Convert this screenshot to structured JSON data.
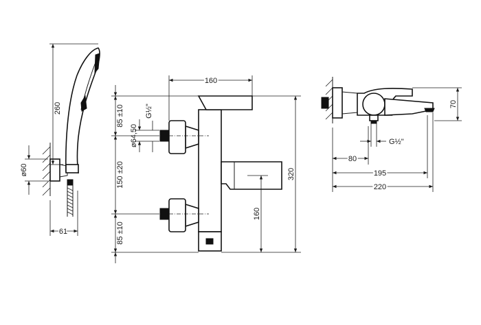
{
  "views": {
    "hand_shower": {
      "height_label": "260",
      "wall_diameter_label": "ø60",
      "depth_label": "61"
    },
    "front": {
      "width_label": "160",
      "top_offset_label": "85 ±10",
      "bottom_offset_label": "85 ±10",
      "center_distance_label": "150 ±20",
      "height_label": "320",
      "spout_height_label": "160",
      "thread_label": "G½\"",
      "eccentric_label": "ø64,50"
    },
    "side": {
      "height_label": "70",
      "thread_label": "G½\"",
      "depth_80_label": "80",
      "depth_195_label": "195",
      "depth_220_label": "220"
    }
  }
}
